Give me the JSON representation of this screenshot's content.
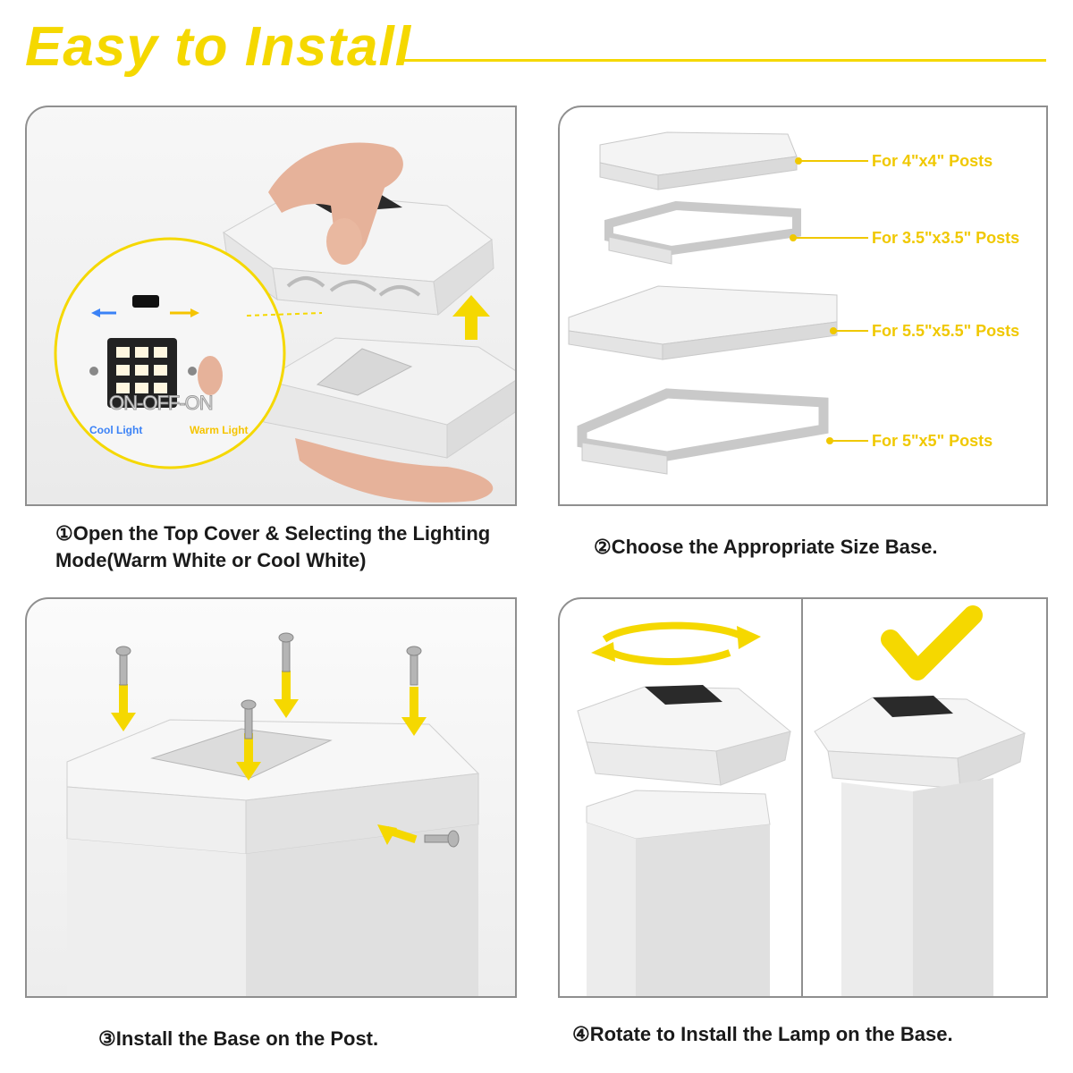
{
  "header": {
    "title": "Easy to Install"
  },
  "colors": {
    "accent": "#f5d800",
    "frame": "#8f8f8f",
    "text": "#1a1a1a",
    "cool": "#3b82f6"
  },
  "steps": [
    {
      "caption": "①Open the Top Cover & Selecting the Lighting Mode(Warm White or Cool White)"
    },
    {
      "caption": "②Choose the Appropriate Size Base."
    },
    {
      "caption": "③Install the Base on the Post."
    },
    {
      "caption": "④Rotate to Install the Lamp on the Base."
    }
  ],
  "switch_inset": {
    "switch_label": "ON-OFF-ON",
    "cool_label": "Cool Light",
    "warm_label": "Warm Light"
  },
  "bases": [
    {
      "label": "For 4\"x4\" Posts"
    },
    {
      "label": "For 3.5\"x3.5\" Posts"
    },
    {
      "label": "For 5.5\"x5.5\" Posts"
    },
    {
      "label": "For 5\"x5\" Posts"
    }
  ],
  "icons": [
    "up-arrow-icon",
    "down-arrow-icon",
    "screw-icon",
    "rotate-arrows-icon",
    "checkmark-icon"
  ]
}
